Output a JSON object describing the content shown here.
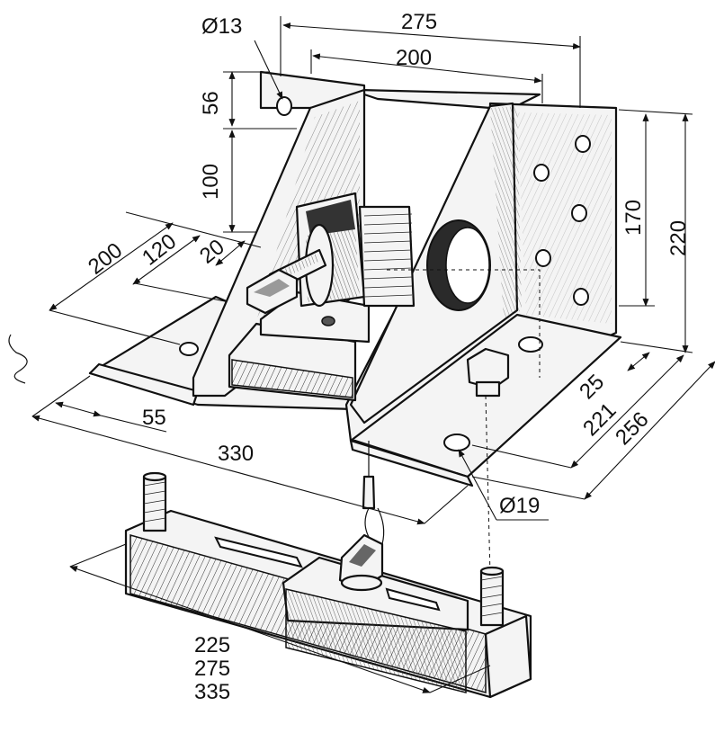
{
  "diagram": {
    "labels": {
      "d13": "Ø13",
      "w275": "275",
      "w200": "200",
      "h56": "56",
      "h100": "100",
      "d200": "200",
      "d120": "120",
      "d20": "20",
      "h170": "170",
      "h220": "220",
      "d25": "25",
      "d221": "221",
      "d256": "256",
      "w55": "55",
      "w330": "330",
      "d19": "Ø19",
      "rail1": "225",
      "rail2": "275",
      "rail3": "335"
    }
  }
}
